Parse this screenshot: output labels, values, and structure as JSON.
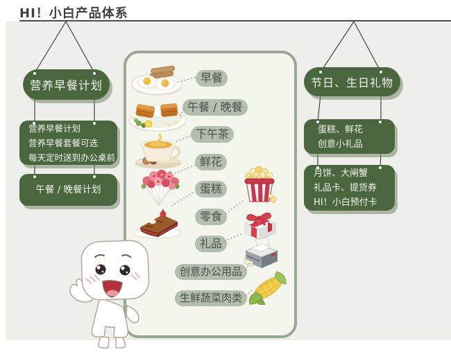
{
  "title": "HI！小白产品体系",
  "left_column": {
    "sign": "营养早餐计划",
    "plan_lines": [
      "营养早餐计划",
      "营养早餐套餐可选",
      "每天定时送到办公桌前"
    ],
    "meal_plan": "午餐 / 晚餐计划"
  },
  "center_panel": {
    "labels": [
      "早餐",
      "午餐 / 晚餐",
      "下午茶",
      "鲜花",
      "蛋糕",
      "零食",
      "礼品",
      "创意办公用品",
      "生鲜蔬菜肉类"
    ]
  },
  "right_column": {
    "sign": "节日、生日礼物",
    "gift_lines": [
      "蛋糕、鲜花",
      "创意小礼品"
    ],
    "festival_lines": [
      "月饼、大闸蟹",
      "礼品卡、提货券",
      "HI！小白预付卡"
    ]
  },
  "icons": [
    "breakfast-plate",
    "lunch-dinner-plate",
    "tea-cup",
    "flower-bouquet",
    "cake-slice",
    "popcorn",
    "gift-box",
    "printer",
    "corn"
  ],
  "colors": {
    "accent_green": "#49663e",
    "pill_bg": "#b4bead",
    "panel_border": "#9ba795",
    "page_bg": "#eeefeb",
    "title_color": "#3f3f3f"
  }
}
